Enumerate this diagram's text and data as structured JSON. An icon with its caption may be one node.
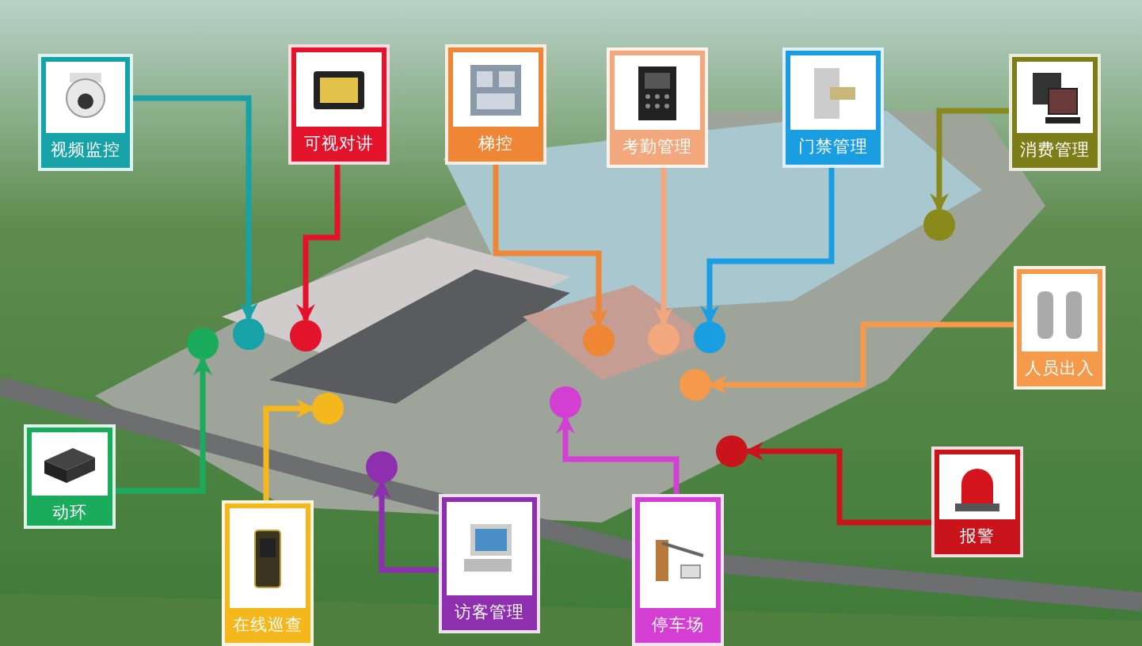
{
  "diagram": {
    "nodes": [
      {
        "text": [
          "视频监控"
        ]
      },
      {
        "text": [
          "可视对讲"
        ]
      },
      {
        "text": [
          "梯控"
        ]
      },
      {
        "text": [
          "考勤管理"
        ]
      },
      {
        "text": [
          "门禁管理"
        ]
      },
      {
        "text": [
          "消费管理"
        ]
      },
      {
        "text": [
          "人员出入"
        ]
      },
      {
        "text": [
          "报警"
        ]
      },
      {
        "text": [
          "停车场"
        ]
      },
      {
        "text": [
          "访客管理"
        ]
      },
      {
        "text": [
          "在线巡查"
        ]
      },
      {
        "text": [
          "动环"
        ]
      },
      {
        "text": [],
        "shape": "circle"
      },
      {
        "text": [],
        "shape": "circle"
      },
      {
        "text": [],
        "shape": "circle"
      },
      {
        "text": [],
        "shape": "circle"
      },
      {
        "text": [],
        "shape": "circle"
      },
      {
        "text": [],
        "shape": "circle"
      },
      {
        "text": [],
        "shape": "circle"
      },
      {
        "text": [],
        "shape": "circle"
      },
      {
        "text": [],
        "shape": "circle"
      },
      {
        "text": [],
        "shape": "circle"
      },
      {
        "text": [],
        "shape": "circle"
      },
      {
        "text": [],
        "shape": "circle"
      }
    ],
    "edges": [
      {
        "from": 0,
        "to": 13,
        "arrow": "to",
        "color": "#17a2a8"
      },
      {
        "from": 1,
        "to": 14,
        "arrow": "to",
        "color": "#e3132c"
      },
      {
        "from": 2,
        "to": 18,
        "arrow": "to",
        "color": "#ef8635"
      },
      {
        "from": 3,
        "to": 19,
        "arrow": "to",
        "color": "#f3a77c"
      },
      {
        "from": 4,
        "to": 21,
        "arrow": "to",
        "color": "#1b9de2"
      },
      {
        "from": 5,
        "to": 23,
        "arrow": "to",
        "color": "#8a8a1c"
      },
      {
        "from": 6,
        "to": 20,
        "arrow": "to",
        "color": "#f59a4a"
      },
      {
        "from": 7,
        "to": 22,
        "arrow": "to",
        "color": "#c9141c"
      },
      {
        "from": 8,
        "to": 17,
        "arrow": "to",
        "color": "#d23fd2"
      },
      {
        "from": 9,
        "to": 16,
        "arrow": "to",
        "color": "#8e2fb0"
      },
      {
        "from": 10,
        "to": 15,
        "arrow": "to",
        "color": "#f4b71c"
      },
      {
        "from": 11,
        "to": 12,
        "arrow": "to",
        "color": "#1bab5c"
      }
    ]
  }
}
